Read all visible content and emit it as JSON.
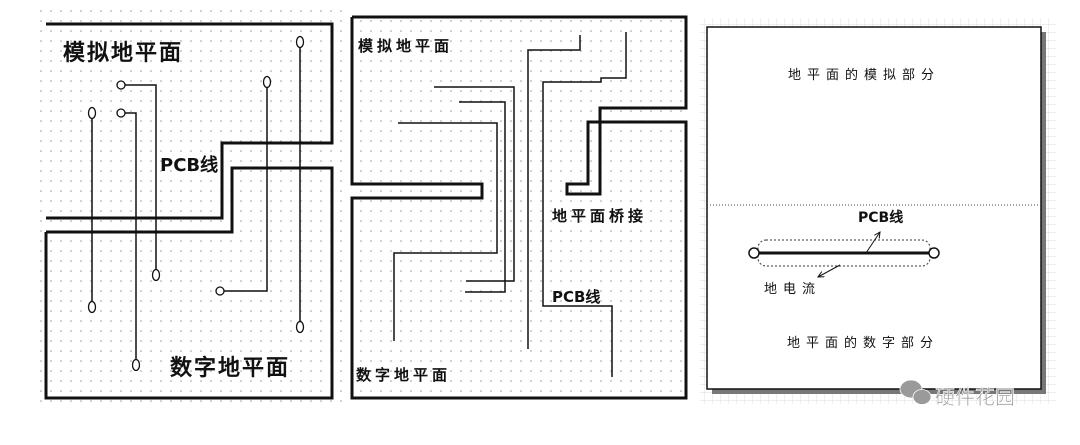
{
  "panel1": {
    "analog_label": "模拟地平面",
    "digital_label": "数字地平面",
    "trace_label": "PCB线"
  },
  "panel2": {
    "analog_label": "模拟地平面",
    "digital_label": "数字地平面",
    "bridge_label": "地平面桥接",
    "trace_label": "PCB线"
  },
  "panel3": {
    "analog_label": "地平面的模拟部分",
    "digital_label": "地平面的数字部分",
    "trace_label": "PCB线",
    "current_label": "地电流"
  },
  "watermark": {
    "text": "硬件花园",
    "icon": "wechat-icon"
  }
}
